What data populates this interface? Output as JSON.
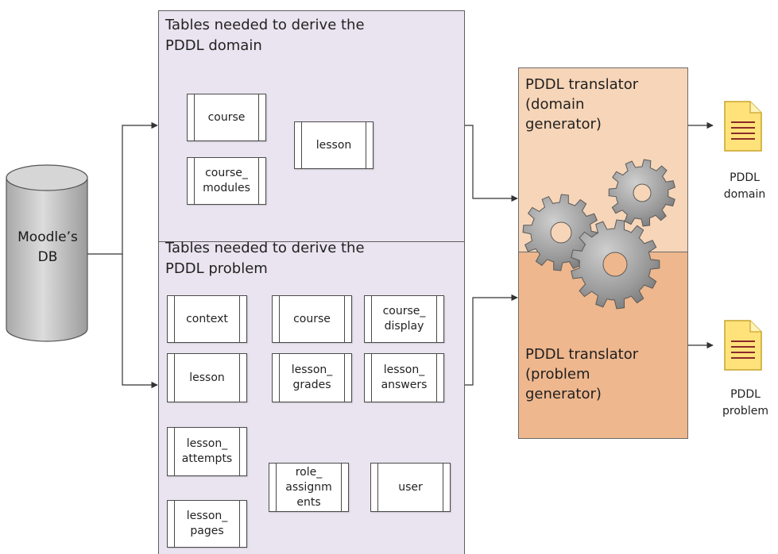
{
  "database": {
    "label": "Moodle’s\nDB"
  },
  "domain_panel": {
    "title": "Tables needed to derive the\nPDDL domain",
    "tables": [
      "course",
      "course_\nmodules",
      "lesson"
    ]
  },
  "problem_panel": {
    "title": "Tables needed to derive the\nPDDL problem",
    "tables": [
      "context",
      "course",
      "course_\ndisplay",
      "lesson",
      "lesson_\ngrades",
      "lesson_\nanswers",
      "lesson_\nattempts",
      "role_\nassignm\nents",
      "user",
      "lesson_\npages"
    ]
  },
  "translators": {
    "domain": {
      "title": "PDDL translator\n(domain\ngenerator)"
    },
    "problem": {
      "title": "PDDL translator\n(problem\ngenerator)"
    }
  },
  "outputs": {
    "domain": {
      "label": "PDDL\ndomain",
      "icon": "document-icon"
    },
    "problem": {
      "label": "PDDL\nproblem",
      "icon": "document-icon"
    }
  },
  "colors": {
    "panel_fill": "#e9e4ef",
    "translator_top": "#f7d5b8",
    "translator_bottom": "#eeb78e",
    "database_fill": "#c8c8c8",
    "gear_fill": "#9a9a9a",
    "document_fill": "#ffe27a"
  }
}
